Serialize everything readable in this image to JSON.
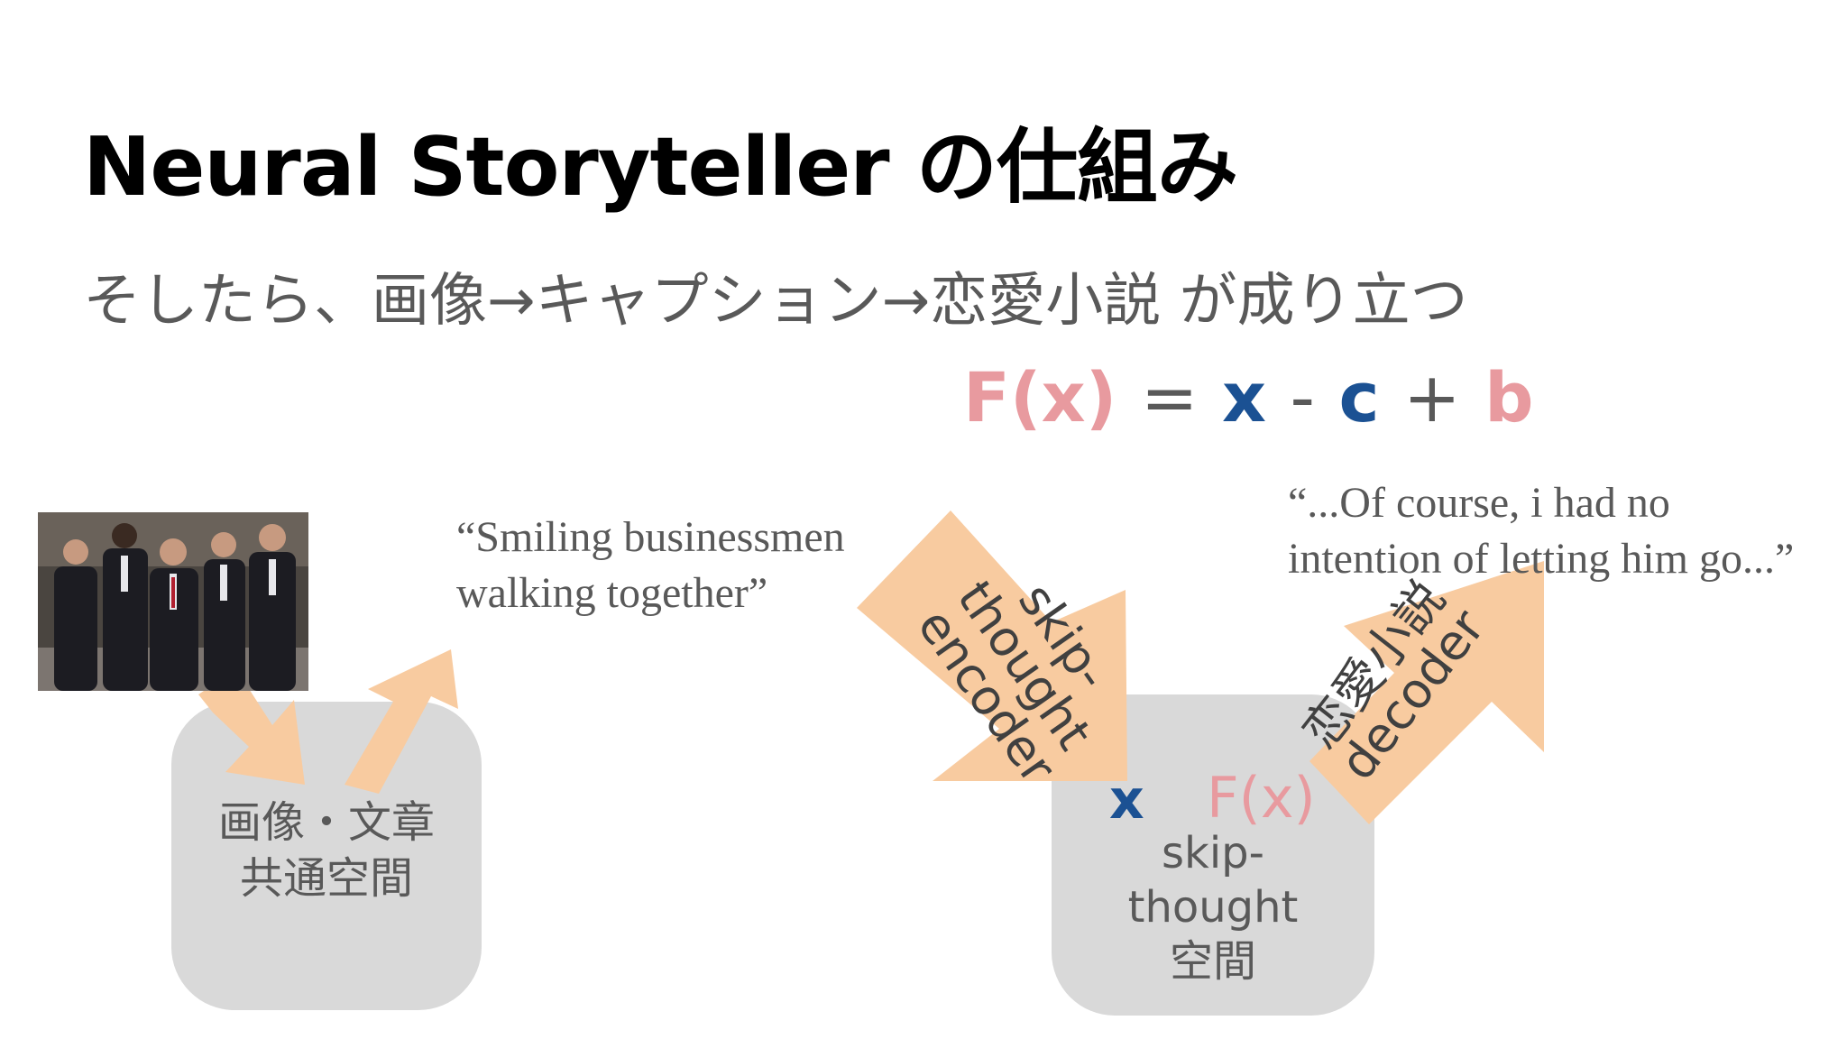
{
  "slide": {
    "title": "Neural Storyteller の仕組み",
    "subtitle": "そしたら、画像→キャプション→恋愛小説 が成り立つ"
  },
  "formula": {
    "fx": "F(x)",
    "eq": "=",
    "x": "x",
    "minus": "-",
    "c": "c",
    "plus": "+",
    "b": "b"
  },
  "left_box": {
    "line1": "画像・文章",
    "line2": "共通空間"
  },
  "caption_quote": {
    "line1": "“Smiling businessmen",
    "line2": "walking together”"
  },
  "encoder_arrow": {
    "line1": "skip-",
    "line2": "thought",
    "line3": "encoder"
  },
  "decoder_arrow": {
    "line1": "恋愛小説",
    "line2": "decoder"
  },
  "novel_quote": {
    "line1": "“...Of course, i had no",
    "line2": "intention of letting him go...”"
  },
  "right_box": {
    "x_label": "x",
    "fx_label": "F(x)",
    "line1": "skip-",
    "line2": "thought",
    "line3": "空間"
  },
  "colors": {
    "pink": "#e89a9f",
    "blue": "#1b5193",
    "arrow_fill": "#f8cba0",
    "box_fill": "#d9d9d9",
    "gray_text": "#595959"
  }
}
